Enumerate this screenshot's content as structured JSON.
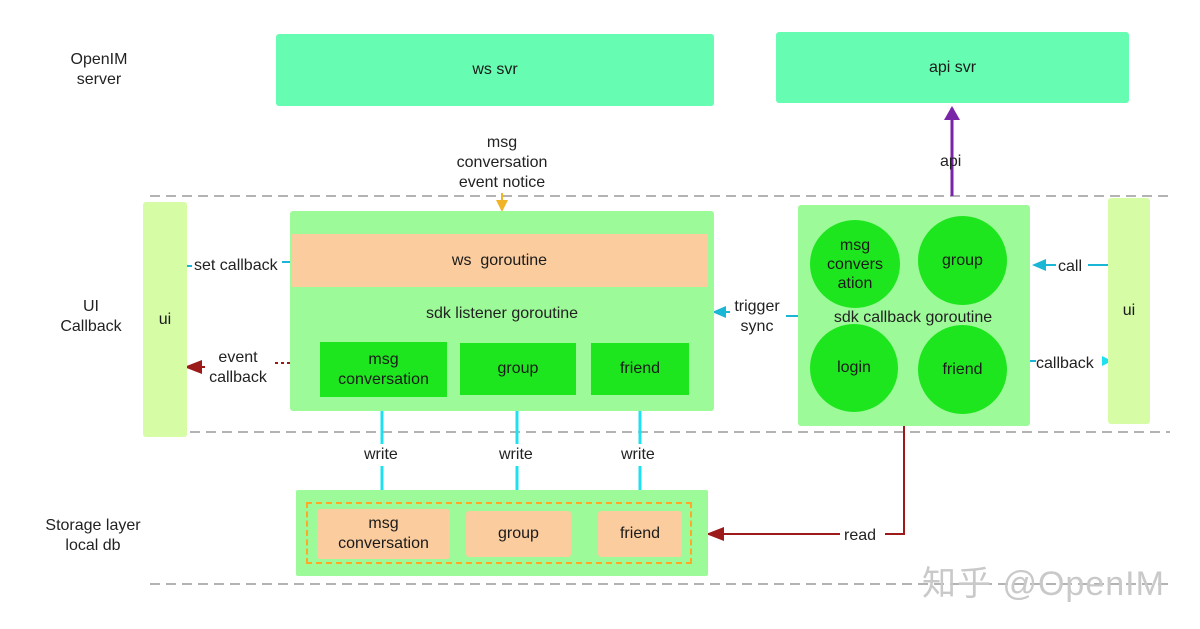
{
  "layers": {
    "server": [
      "OpenIM",
      "server"
    ],
    "ui_callback": [
      "UI",
      "Callback"
    ],
    "storage": [
      "Storage layer",
      "local db"
    ]
  },
  "servers": {
    "ws": "ws svr",
    "api": "api svr"
  },
  "ws_to_sdk_label": [
    "msg",
    "conversation",
    "event notice"
  ],
  "api_label": "api",
  "ui_left": "ui",
  "ui_right": "ui",
  "listener": {
    "ws_goroutine": "ws  goroutine",
    "title": "sdk listener goroutine",
    "items": [
      [
        "msg",
        "conversation"
      ],
      [
        "group"
      ],
      [
        "friend"
      ]
    ]
  },
  "callback_goroutine": {
    "title": "sdk callback goroutine",
    "circles": [
      [
        "msg",
        "convers",
        "ation"
      ],
      [
        "group"
      ],
      [
        "login"
      ],
      [
        "friend"
      ]
    ]
  },
  "labels": {
    "set_callback": "set callback",
    "event_callback": [
      "event",
      "callback"
    ],
    "trigger_sync": [
      "trigger",
      "sync"
    ],
    "call": "call",
    "callback": "callback",
    "write": "write",
    "read": "read"
  },
  "db_items": [
    [
      "msg",
      "conversation"
    ],
    [
      "group"
    ],
    [
      "friend"
    ]
  ],
  "watermark": "知乎 @OpenIM",
  "colors": {
    "server_box": "#66fcb1",
    "ui_bar": "#d6fca6",
    "listener_box": "#9cfa98",
    "orange_box": "#fbcc9d",
    "green_item": "#1ee61e",
    "cyan_arrow": "#1fe0f0",
    "blue_arrow": "#1ab6d6",
    "purple_arrow": "#7a24a8",
    "darkred_arrow": "#9c1a1a",
    "yellow_arrow": "#f0b429",
    "dashed_line": "#9a9a9a"
  }
}
